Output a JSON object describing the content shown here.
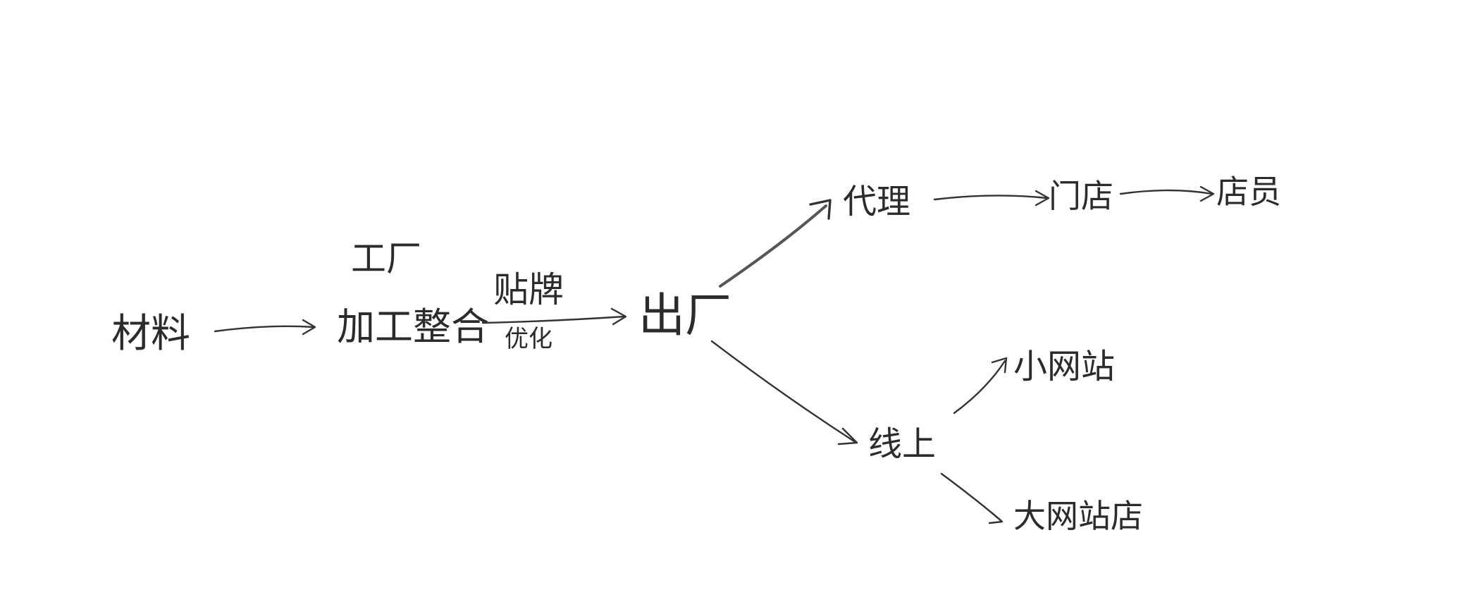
{
  "nodes": {
    "material": "材料",
    "factory": "工厂",
    "processing": "加工整合",
    "label_top": "贴牌",
    "label_bottom": "优化",
    "exit_factory": "出厂",
    "agent": "代理",
    "store": "门店",
    "clerk": "店员",
    "online": "线上",
    "small_site": "小网站",
    "big_site_store": "大网站店"
  },
  "colors": {
    "ink": "#2b2b2b",
    "background": "#ffffff"
  }
}
